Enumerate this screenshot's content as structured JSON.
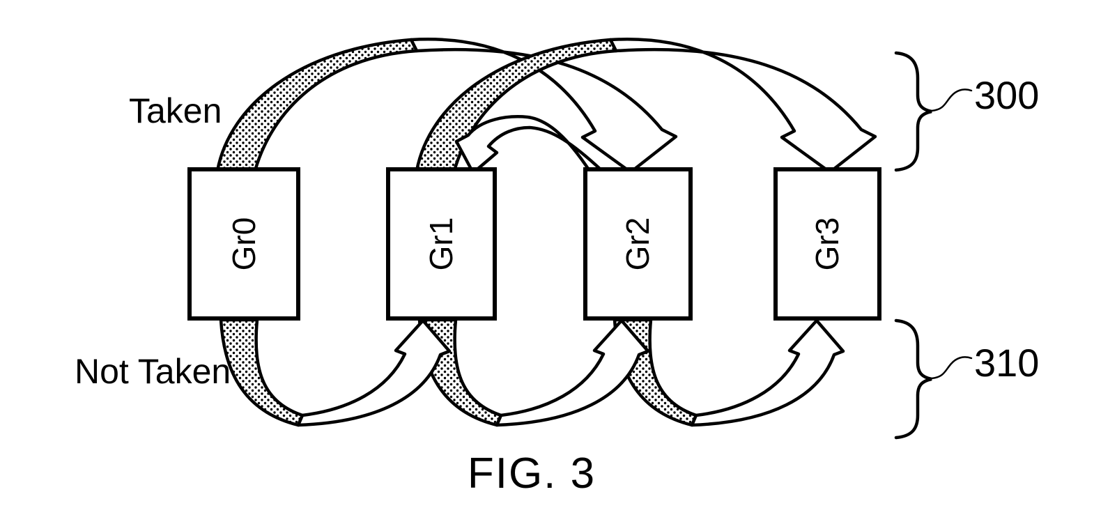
{
  "figure": {
    "caption": "FIG. 3",
    "background": "#ffffff",
    "ink": "#000000",
    "labels": {
      "taken": "Taken",
      "not_taken": "Not Taken"
    },
    "references": {
      "taken": "300",
      "not_taken": "310"
    },
    "nodes": [
      {
        "id": "gr0",
        "label": "Gr0"
      },
      {
        "id": "gr1",
        "label": "Gr1"
      },
      {
        "id": "gr2",
        "label": "Gr2"
      },
      {
        "id": "gr3",
        "label": "Gr3"
      }
    ],
    "arrows": {
      "taken": [
        {
          "from": "Gr0",
          "to": "Gr2",
          "style": "wide-ribbon-stippled-tail-hollow-head"
        },
        {
          "from": "Gr1",
          "to": "Gr3",
          "style": "wide-ribbon-stippled-tail-hollow-head"
        },
        {
          "from": "Gr2",
          "to": "Gr1",
          "style": "small-white-ribbon-hollow-head"
        }
      ],
      "not_taken": [
        {
          "from": "Gr0",
          "to": "Gr1",
          "style": "u-ribbon-stippled-tail-hollow-head"
        },
        {
          "from": "Gr1",
          "to": "Gr2",
          "style": "u-ribbon-stippled-tail-hollow-head"
        },
        {
          "from": "Gr2",
          "to": "Gr3",
          "style": "u-ribbon-stippled-tail-hollow-head"
        }
      ]
    },
    "brace_groups": [
      {
        "ref": "300",
        "covers": "taken-arrows"
      },
      {
        "ref": "310",
        "covers": "not-taken-arrows"
      }
    ]
  }
}
